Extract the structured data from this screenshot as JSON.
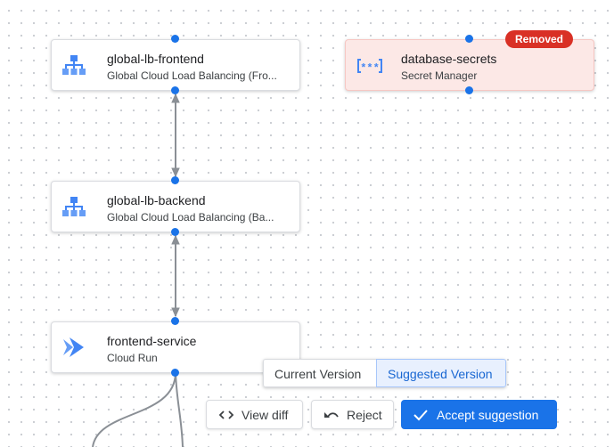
{
  "nodes": [
    {
      "id": "lb-frontend",
      "title": "global-lb-frontend",
      "subtitle": "Global Cloud Load Balancing (Fro...",
      "icon": "load-balancer-icon"
    },
    {
      "id": "secrets",
      "title": "database-secrets",
      "subtitle": "Secret Manager",
      "icon": "secret-manager-icon",
      "badge": "Removed"
    },
    {
      "id": "lb-backend",
      "title": "global-lb-backend",
      "subtitle": "Global Cloud Load Balancing (Ba...",
      "icon": "load-balancer-icon"
    },
    {
      "id": "frontend-service",
      "title": "frontend-service",
      "subtitle": "Cloud Run",
      "icon": "cloud-run-icon"
    }
  ],
  "version_toggle": {
    "current": "Current Version",
    "suggested": "Suggested Version",
    "selected": "suggested"
  },
  "actions": {
    "view_diff": "View diff",
    "reject": "Reject",
    "accept": "Accept suggestion"
  },
  "colors": {
    "accent": "#1a73e8",
    "removed_bg": "#fce8e6",
    "removed_badge": "#d93025",
    "edge": "#9aa0a6"
  },
  "icons": {
    "view_diff": "code-brackets-icon",
    "reject": "undo-icon",
    "accept": "check-icon"
  }
}
